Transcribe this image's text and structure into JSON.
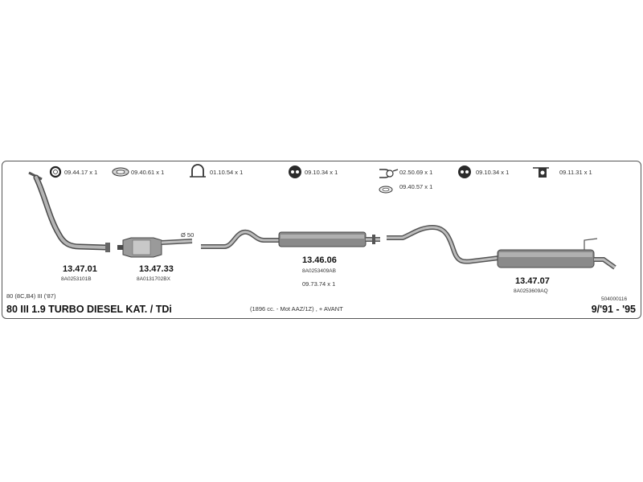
{
  "accessories": [
    {
      "icon": "ring-clamp-icon",
      "label": "09.44.17 x 1"
    },
    {
      "icon": "gasket-icon",
      "label": "09.40.61 x 1"
    },
    {
      "icon": "u-bolt-clamp-icon",
      "label": "01.10.54 x 1"
    },
    {
      "icon": "rubber-hanger-icon",
      "label": "09.10.34 x 1"
    },
    {
      "icon": "band-clamp-icon",
      "label": "02.50.69 x 1"
    },
    {
      "icon": "gasket-ring-icon",
      "label": "09.40.57 x 1"
    },
    {
      "icon": "rubber-hanger-icon",
      "label": "09.10.34 x 1"
    },
    {
      "icon": "bracket-hanger-icon",
      "label": "09.11.31 x 1"
    }
  ],
  "parts": [
    {
      "number": "13.47.01",
      "oem": "8A0253101B"
    },
    {
      "number": "13.47.33",
      "oem": "8A0131702BX"
    },
    {
      "number": "13.46.06",
      "oem": "8A0253409AB",
      "extra": "09.73.74 x 1"
    },
    {
      "number": "13.47.07",
      "oem": "8A0253609AQ"
    }
  ],
  "diameter_label": "Ø 50",
  "model_code": "80 (8C,B4) III ('87)",
  "ref_code": "504000116",
  "title": "80  III  1.9 TURBO DIESEL KAT. / TDi",
  "engine": "(1896 cc. - Mot AAZ/1Z) , + AVANT",
  "years": "9/'91 - '95",
  "colors": {
    "pipe": "#8a8a8a",
    "pipe_dark": "#4a4a4a",
    "border": "#555555"
  }
}
